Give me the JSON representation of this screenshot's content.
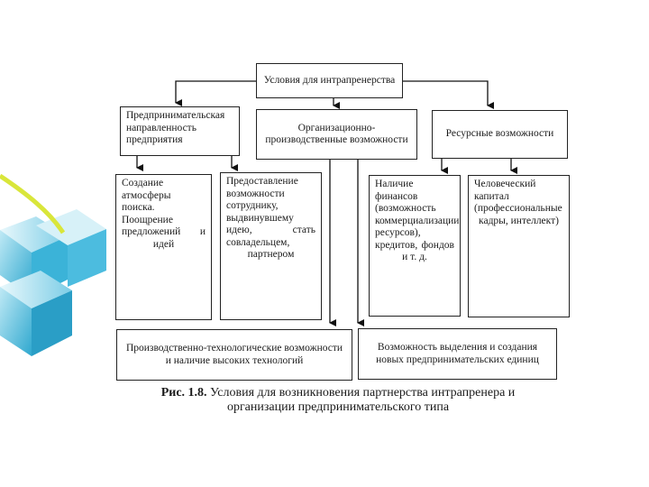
{
  "diagram": {
    "top": "Условия для интрапренерства",
    "level1": {
      "left": "Предпринимательская направленность предприятия",
      "middle": "Организационно-производственные возможности",
      "right": "Ресурсные возможности"
    },
    "level2": {
      "b1": "Создание атмосферы поиска. Поощрение предложений и идей",
      "b2": "Предоставление возможности сотруднику, выдвинувшему идею, стать совладельцем, партнером",
      "b3": "Наличие финансов (возможность коммерциализации ресурсов), кредитов, фондов и т. д.",
      "b4": "Человеческий капитал (профессиональные кадры, интеллект)"
    },
    "bottom": {
      "left": "Производственно-технологические возможности и наличие высоких технологий",
      "right": "Возможность выделения и создания новых предпринимательских единиц"
    }
  },
  "caption": {
    "label": "Рис. 1.8.",
    "text": "Условия для возникновения партнерства интрапренера и организации предпринимательского типа"
  }
}
